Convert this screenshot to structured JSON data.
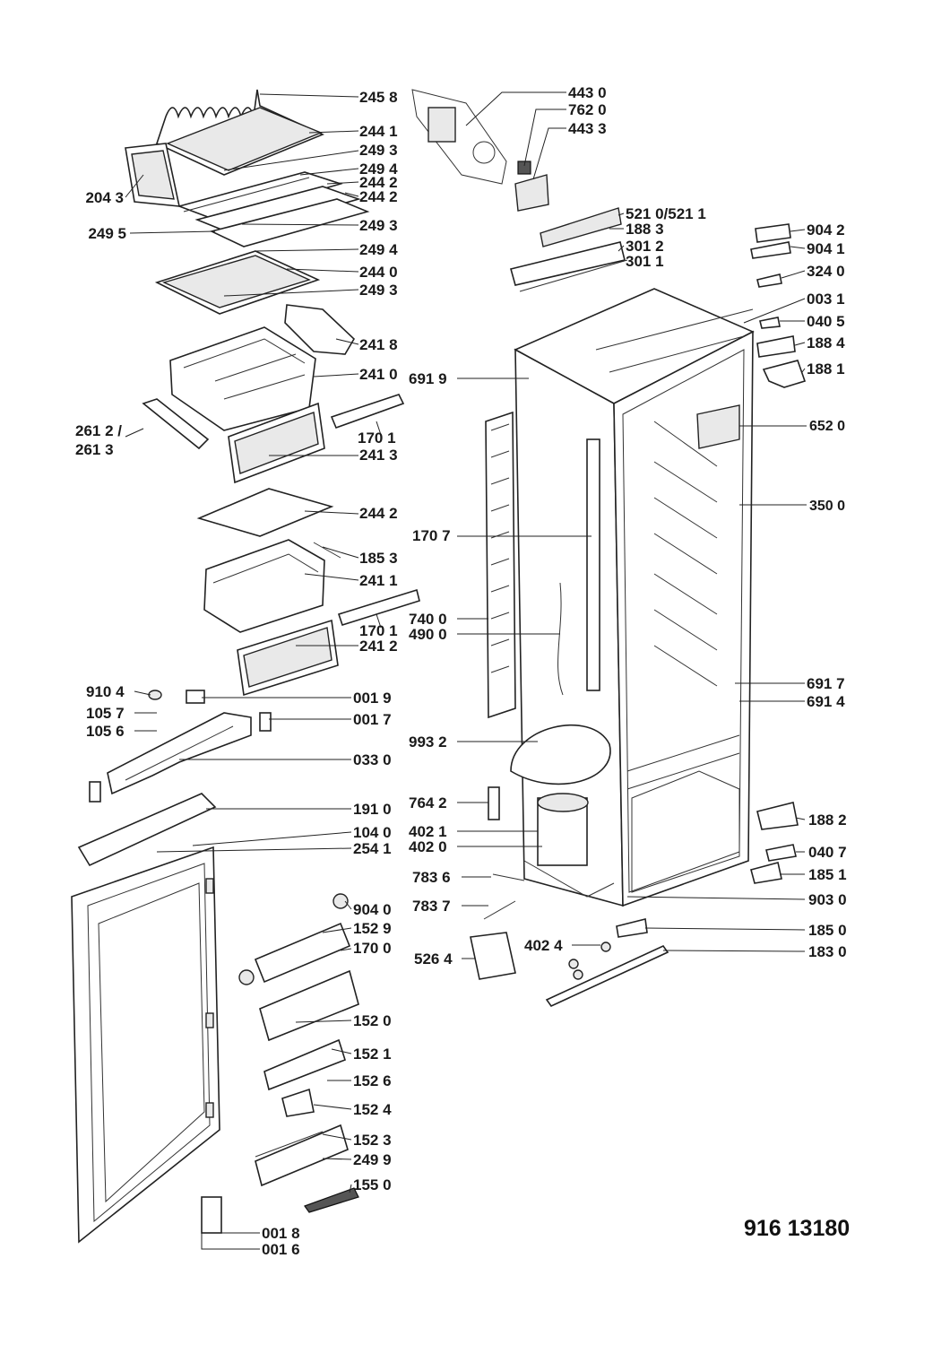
{
  "diagram_code": "916 13180",
  "callouts": [
    {
      "text": "245 8"
    },
    {
      "text": "244 1"
    },
    {
      "text": "249 3"
    },
    {
      "text": "249 4"
    },
    {
      "text": "244 2"
    },
    {
      "text": "244 2"
    },
    {
      "text": "204 3"
    },
    {
      "text": "249 3"
    },
    {
      "text": "249 5"
    },
    {
      "text": "249 4"
    },
    {
      "text": "244 0"
    },
    {
      "text": "249 3"
    },
    {
      "text": "241 8"
    },
    {
      "text": "241 0"
    },
    {
      "text": "261 2 /"
    },
    {
      "text": "261 3"
    },
    {
      "text": "170 1"
    },
    {
      "text": "241 3"
    },
    {
      "text": "244 2"
    },
    {
      "text": "185 3"
    },
    {
      "text": "241 1"
    },
    {
      "text": "170 1"
    },
    {
      "text": "241 2"
    },
    {
      "text": "910 4"
    },
    {
      "text": "105 7"
    },
    {
      "text": "105 6"
    },
    {
      "text": "001 9"
    },
    {
      "text": "001 7"
    },
    {
      "text": "033 0"
    },
    {
      "text": "191 0"
    },
    {
      "text": "104 0"
    },
    {
      "text": "254 1"
    },
    {
      "text": "904 0"
    },
    {
      "text": "152 9"
    },
    {
      "text": "170 0"
    },
    {
      "text": "152 0"
    },
    {
      "text": "152 1"
    },
    {
      "text": "152 6"
    },
    {
      "text": "152 4"
    },
    {
      "text": "152 3"
    },
    {
      "text": "249 9"
    },
    {
      "text": "155 0"
    },
    {
      "text": "001 8"
    },
    {
      "text": "001 6"
    },
    {
      "text": "443 0"
    },
    {
      "text": "762 0"
    },
    {
      "text": "443 3"
    },
    {
      "text": "521 0/521 1"
    },
    {
      "text": "188 3"
    },
    {
      "text": "301 2"
    },
    {
      "text": "301 1"
    },
    {
      "text": "904 2"
    },
    {
      "text": "904 1"
    },
    {
      "text": "324 0"
    },
    {
      "text": "003 1"
    },
    {
      "text": "040 5"
    },
    {
      "text": "188 4"
    },
    {
      "text": "188 1"
    },
    {
      "text": "691 9"
    },
    {
      "text": "652 0"
    },
    {
      "text": "350 0"
    },
    {
      "text": "170 7"
    },
    {
      "text": "740 0"
    },
    {
      "text": "490 0"
    },
    {
      "text": "691 7"
    },
    {
      "text": "691 4"
    },
    {
      "text": "993 2"
    },
    {
      "text": "764 2"
    },
    {
      "text": "402 1"
    },
    {
      "text": "402 0"
    },
    {
      "text": "188 2"
    },
    {
      "text": "040 7"
    },
    {
      "text": "185 1"
    },
    {
      "text": "783 6"
    },
    {
      "text": "783 7"
    },
    {
      "text": "903 0"
    },
    {
      "text": "185 0"
    },
    {
      "text": "402 4"
    },
    {
      "text": "526 4"
    },
    {
      "text": "183 0"
    }
  ]
}
